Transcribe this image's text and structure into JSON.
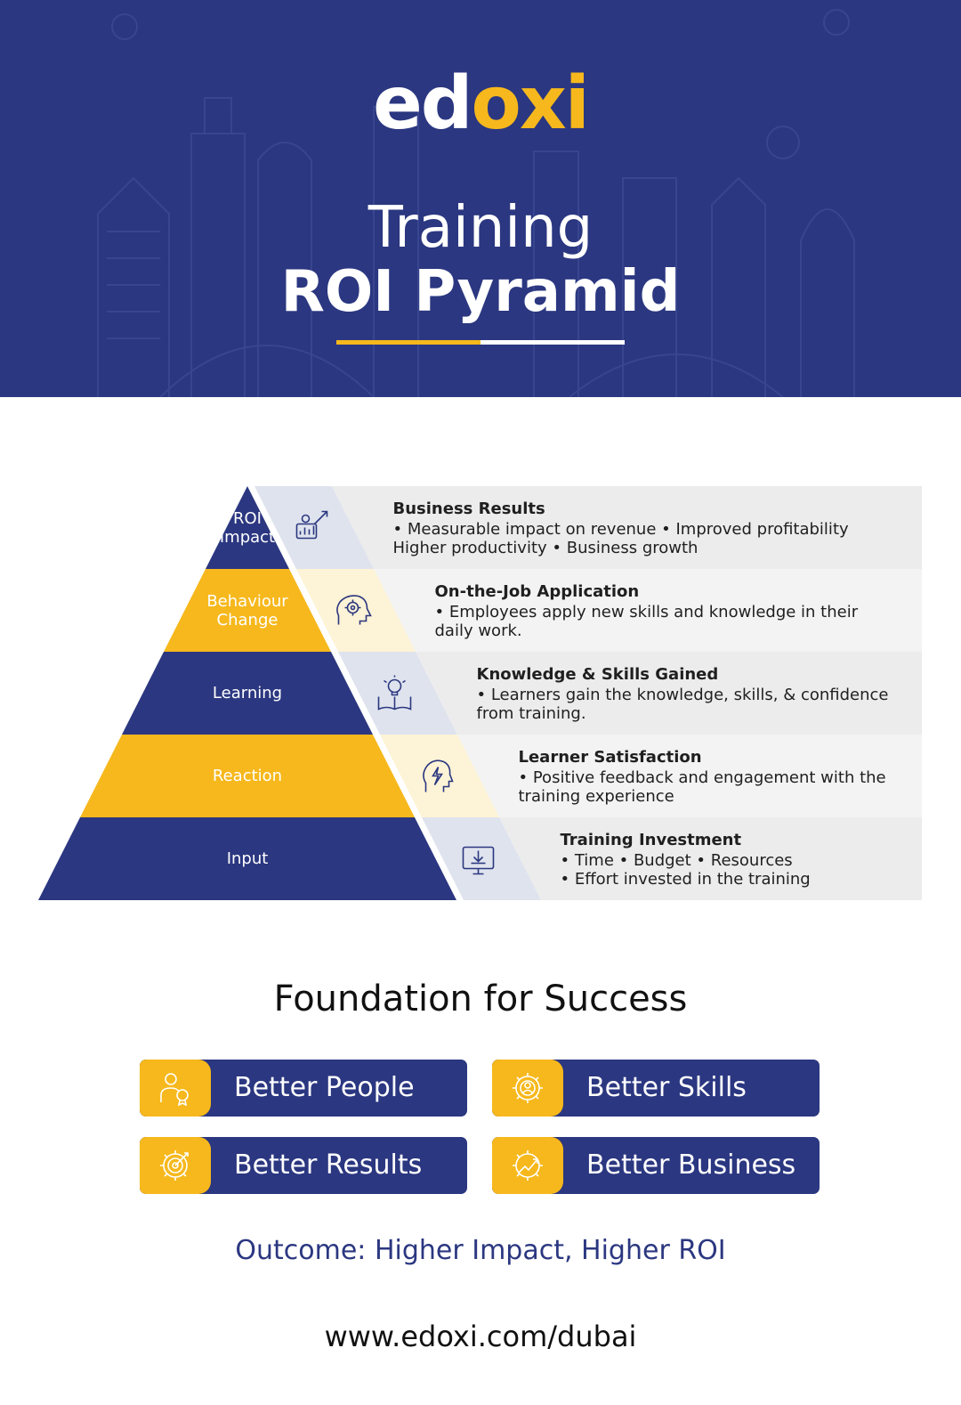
{
  "header": {
    "logo_part1": "ed",
    "logo_part2": "oxi",
    "title_line1": "Training",
    "title_line2": "ROI Pyramid"
  },
  "colors": {
    "navy": "#2b3780",
    "yellow": "#f6b81c",
    "light_gray": "#ececec",
    "white": "#ffffff"
  },
  "pyramid": {
    "levels": [
      {
        "label_lines": [
          "ROI",
          "Impact"
        ],
        "color": "navy",
        "icon": "rocket-chart-icon",
        "title": "Business Results",
        "lines": [
          "• Measurable impact on revenue  •  Improved profitability",
          "  Higher productivity  •  Business growth"
        ]
      },
      {
        "label_lines": [
          "Behaviour",
          "Change"
        ],
        "color": "yellow",
        "icon": "head-gears-icon",
        "title": "On-the-Job Application",
        "lines": [
          "• Employees apply new skills and knowledge in their",
          "  daily work."
        ]
      },
      {
        "label_lines": [
          "Learning"
        ],
        "color": "navy",
        "icon": "book-bulb-icon",
        "title": "Knowledge & Skills Gained",
        "lines": [
          "• Learners gain the knowledge, skills, & confidence",
          "  from training."
        ]
      },
      {
        "label_lines": [
          "Reaction"
        ],
        "color": "yellow",
        "icon": "head-bolt-icon",
        "title": "Learner Satisfaction",
        "lines": [
          "• Positive feedback and engagement with the",
          "  training experience"
        ]
      },
      {
        "label_lines": [
          "Input"
        ],
        "color": "navy",
        "icon": "monitor-download-icon",
        "title": "Training Investment",
        "lines": [
          "• Time  •  Budget  •  Resources",
          "•  Effort invested in the training"
        ]
      }
    ]
  },
  "foundation": {
    "title": "Foundation for Success",
    "items": [
      {
        "label": "Better People",
        "icon": "person-award-icon"
      },
      {
        "label": "Better Skills",
        "icon": "gear-person-icon"
      },
      {
        "label": "Better Results",
        "icon": "gear-target-icon"
      },
      {
        "label": "Better Business",
        "icon": "gear-growth-icon"
      }
    ]
  },
  "outcome": "Outcome: Higher Impact, Higher ROI",
  "url": "www.edoxi.com/dubai"
}
